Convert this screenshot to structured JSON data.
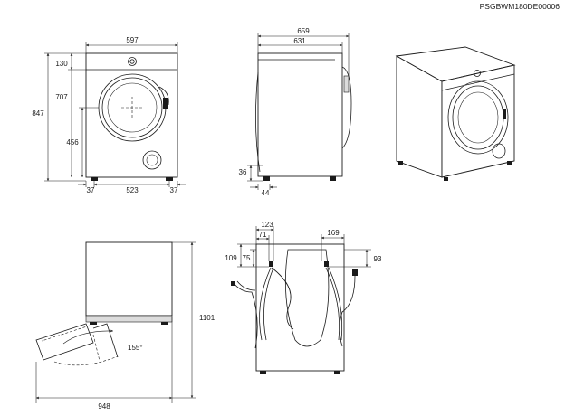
{
  "document": {
    "code": "PSGBWM180DE00006"
  },
  "front_view": {
    "width": "597",
    "height_total": "847",
    "height_door_center": "707",
    "height_top": "130",
    "height_door_bottom": "456",
    "foot_left": "37",
    "foot_span": "523",
    "foot_right": "37"
  },
  "side_view": {
    "depth_total": "659",
    "depth_body": "631",
    "foot_height": "36",
    "foot_offset": "44"
  },
  "top_view": {
    "depth_door_open": "948",
    "height_door_open": "1101",
    "door_angle": "155°"
  },
  "rear_view": {
    "hose_offset_1": "123",
    "hose_offset_2": "71",
    "hose_offset_right": "169",
    "hose_height_1": "109",
    "hose_height_2": "75",
    "hose_height_right": "93"
  },
  "colors": {
    "line": "#1a1a1a",
    "background": "#ffffff"
  }
}
